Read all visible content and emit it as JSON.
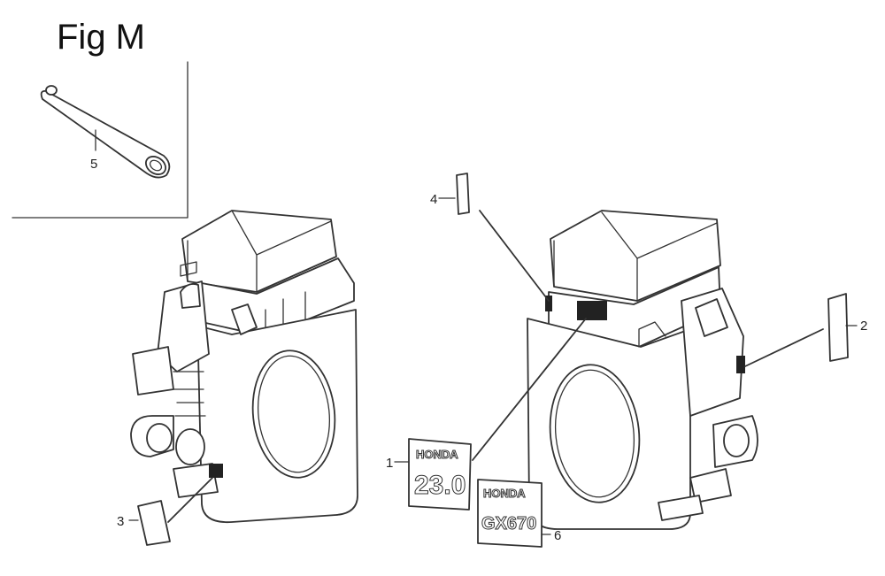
{
  "figure": {
    "title": "Fig M",
    "callouts": {
      "c1": "1",
      "c2": "2",
      "c3": "3",
      "c4": "4",
      "c5": "5",
      "c6": "6"
    },
    "label_1": {
      "line1": "HONDA",
      "line2": "23.0"
    },
    "label_6": {
      "line1": "HONDA",
      "line2": "GX670"
    }
  }
}
